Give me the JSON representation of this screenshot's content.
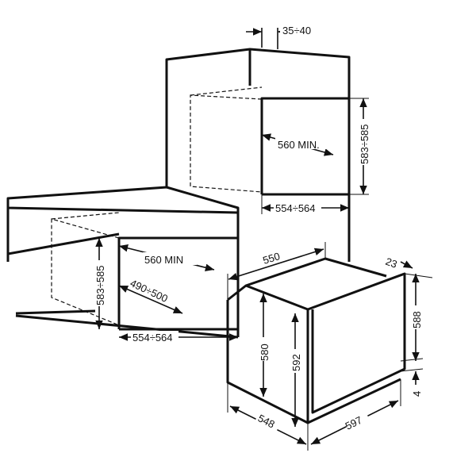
{
  "diagram": {
    "column_niche": {
      "gap": "35÷40",
      "depth": "560 MIN.",
      "height": "583÷585",
      "width": "554÷564"
    },
    "undercounter_niche": {
      "depth": "560 MIN",
      "height": "583÷585",
      "inner_depth": "490÷500",
      "width": "554÷564"
    },
    "oven": {
      "depth_top": "550",
      "door_thickness": "23",
      "door_height": "588",
      "side_height": "580",
      "front_height": "592",
      "bottom_gap": "4",
      "depth_bottom": "548",
      "width": "597"
    }
  }
}
